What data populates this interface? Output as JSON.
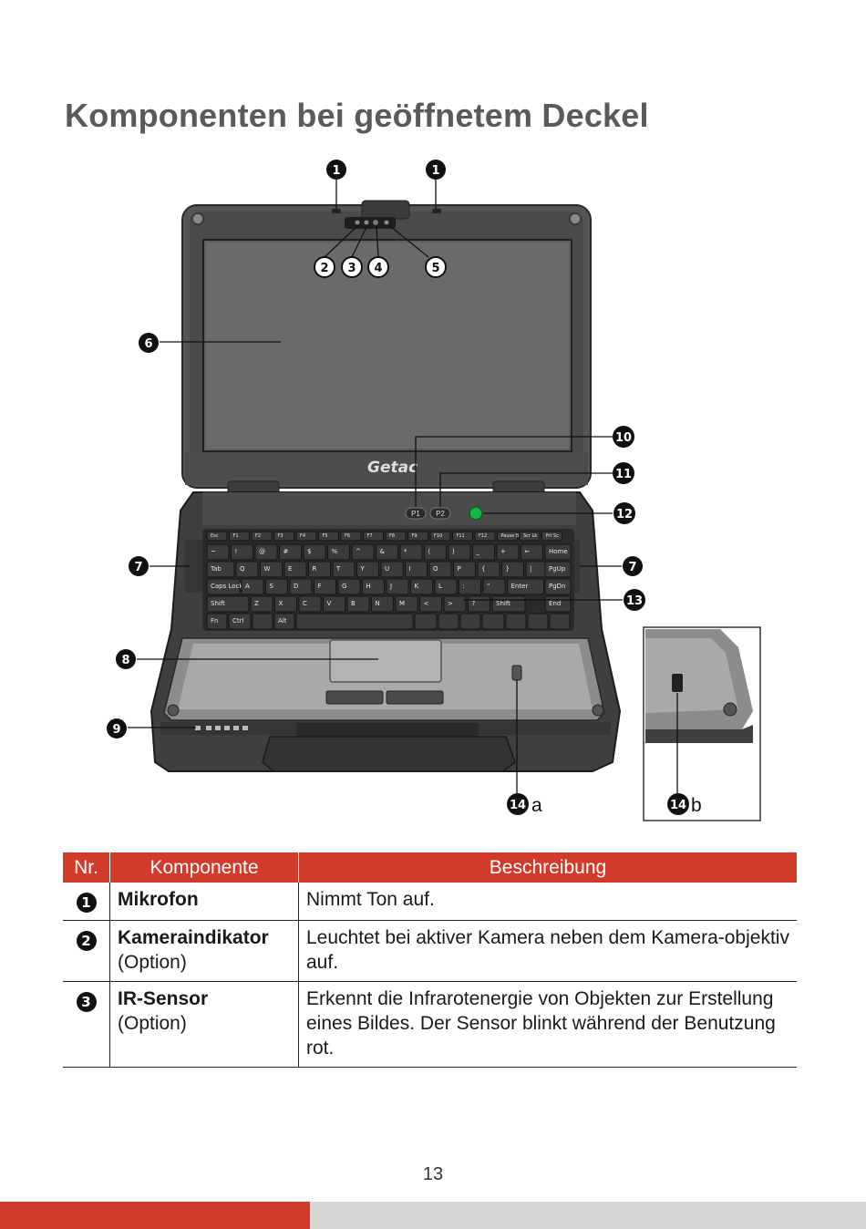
{
  "page": {
    "title": "Komponenten bei geöffnetem Deckel",
    "page_number": "13"
  },
  "figure": {
    "brand": "Getac",
    "button_p1": "P1",
    "button_p2": "P2",
    "callouts": [
      "1",
      "1",
      "2",
      "3",
      "4",
      "5",
      "6",
      "7",
      "7",
      "8",
      "9",
      "10",
      "11",
      "12",
      "13",
      "14",
      "14"
    ],
    "suffix_a": "a",
    "suffix_b": "b",
    "fkeys": [
      "Esc",
      "F1",
      "F2",
      "F3",
      "F4",
      "F5",
      "F6",
      "F7",
      "F8",
      "F9",
      "F10",
      "F11",
      "F12",
      "Pause Break",
      "Scr Lk",
      "Prt Sc"
    ],
    "row_num": [
      "~",
      "!",
      "@",
      "#",
      "$",
      "%",
      "^",
      "&",
      "*",
      "(",
      ")",
      "_",
      "+",
      "←"
    ],
    "row_q": [
      "Q",
      "W",
      "E",
      "R",
      "T",
      "Y",
      "U",
      "I",
      "O",
      "P",
      "{",
      "}",
      "|"
    ],
    "row_a": [
      "A",
      "S",
      "D",
      "F",
      "G",
      "H",
      "J",
      "K",
      "L",
      ":",
      "\"",
      "Enter"
    ],
    "row_z": [
      "Z",
      "X",
      "C",
      "V",
      "B",
      "N",
      "M",
      "<",
      ">",
      "?",
      "Shift"
    ],
    "left_labels": [
      "Tab",
      "Caps Lock",
      "Shift",
      "Fn",
      "Ctrl",
      "Alt"
    ],
    "right_labels": [
      "Home",
      "PgUp",
      "PgDn",
      "End"
    ]
  },
  "table": {
    "headers": [
      "Nr.",
      "Komponente",
      "Beschreibung"
    ],
    "rows": [
      {
        "nr": "1",
        "name": "Mikrofon",
        "option": "",
        "desc": "Nimmt Ton auf."
      },
      {
        "nr": "2",
        "name": "Kameraindikator",
        "option": "(Option)",
        "desc": "Leuchtet bei aktiver Kamera neben dem Kamera-objektiv auf."
      },
      {
        "nr": "3",
        "name": "IR-Sensor",
        "option": "(Option)",
        "desc": "Erkennt die Infrarotenergie von Objekten zur Erstellung eines Bildes. Der Sensor blinkt während der Benutzung rot."
      }
    ]
  },
  "colors": {
    "accent": "#d23a2a",
    "title_gray": "#5a5a5a",
    "bar_gray": "#d6d6d6"
  }
}
